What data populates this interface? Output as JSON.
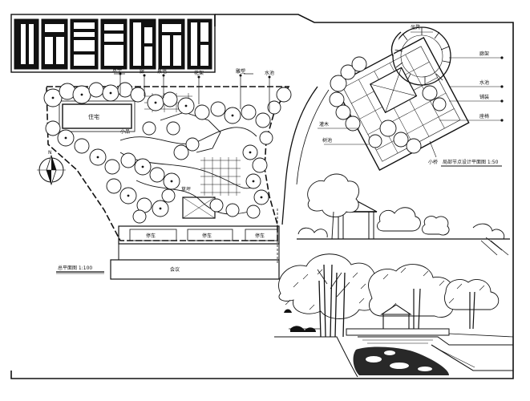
{
  "sheet": {
    "header_tiles": [
      "",
      "",
      "",
      "",
      "",
      "",
      ""
    ]
  },
  "plan": {
    "north_mark": "N",
    "building_label": "住宅",
    "parking_labels": [
      "停车",
      "停车",
      "停车"
    ],
    "lower_block_label": "会议",
    "caption": "总平面图 1:100",
    "callouts": [
      "景亭",
      "廊",
      "景墙",
      "花架",
      "雕塑",
      "水池",
      "草坪",
      "小品"
    ]
  },
  "detail_plan": {
    "caption": "局部节点设计平面图 1:50",
    "callouts": [
      "廊架",
      "水池",
      "铺装",
      "座椅",
      "灌木",
      "树池",
      "小桥",
      "坐凳"
    ]
  },
  "colors": {
    "ink": "#111111",
    "paper": "#ffffff"
  }
}
